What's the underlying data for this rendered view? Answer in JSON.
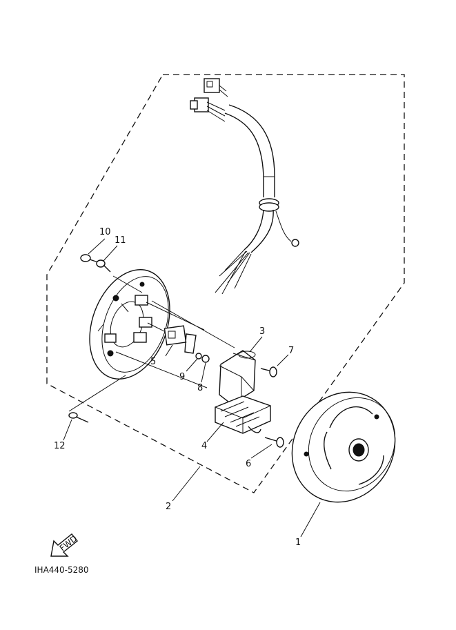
{
  "callouts": [
    {
      "number": "1",
      "part": "rotor"
    },
    {
      "number": "2",
      "part": "stator-assembly"
    },
    {
      "number": "3",
      "part": "pickup-coil"
    },
    {
      "number": "4",
      "part": "pickup-coil"
    },
    {
      "number": "5",
      "part": "contact-plate"
    },
    {
      "number": "6",
      "part": "screw"
    },
    {
      "number": "7",
      "part": "screw"
    },
    {
      "number": "8",
      "part": "washer"
    },
    {
      "number": "9",
      "part": "washer"
    },
    {
      "number": "10",
      "part": "screw"
    },
    {
      "number": "11",
      "part": "washer"
    },
    {
      "number": "12",
      "part": "screw"
    }
  ],
  "fwd_label": "FWD",
  "diagram_code": "IHA440-5280"
}
